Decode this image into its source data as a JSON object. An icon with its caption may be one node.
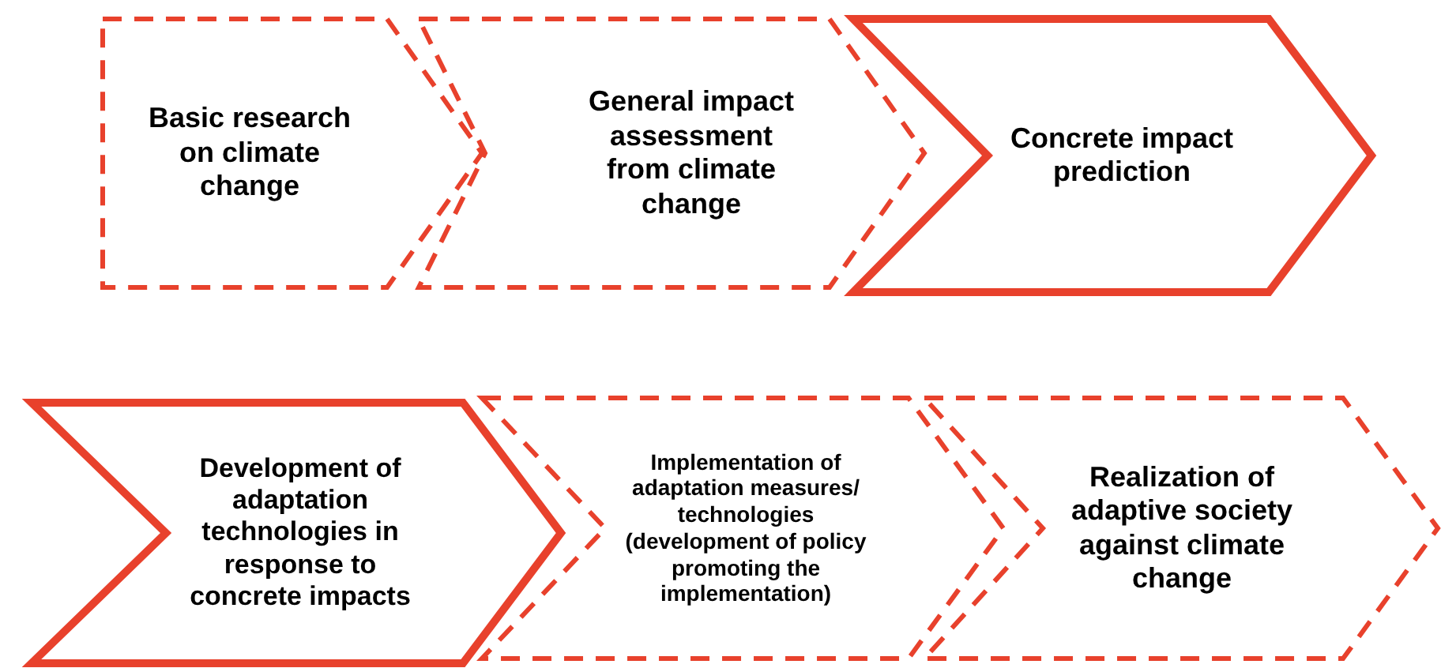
{
  "diagram": {
    "nodes": [
      {
        "text": [
          "Basic research on climate change"
        ]
      },
      {
        "text": [
          "General impact assessment from climate change"
        ]
      },
      {
        "text": [
          "Concrete impact prediction"
        ]
      },
      {
        "text": [
          "Development of adaptation technologies in response to concrete impacts"
        ]
      },
      {
        "text": [
          "Implementation of adaptation measures/ technologies (development of policy promoting the implementation)"
        ]
      },
      {
        "text": [
          "Realization of adaptive society against climate change"
        ]
      }
    ]
  }
}
